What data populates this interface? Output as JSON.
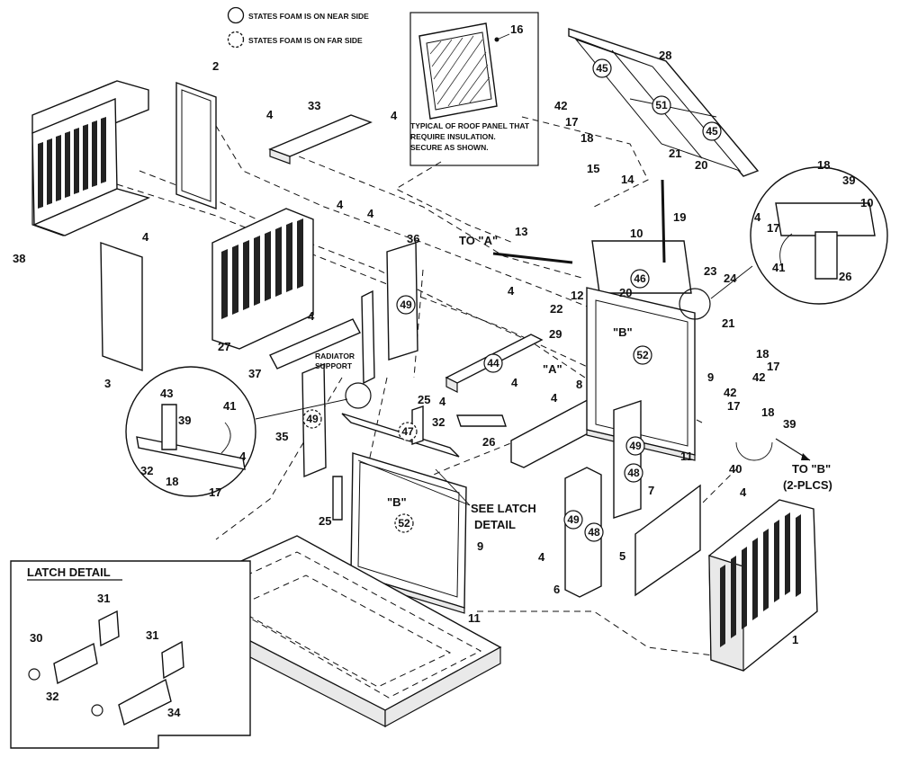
{
  "legend": {
    "near_side": "STATES FOAM IS ON NEAR SIDE",
    "far_side": "STATES FOAM IS ON FAR SIDE"
  },
  "inset_note": {
    "callout": "16",
    "text_lines": [
      "TYPICAL OF ROOF PANEL THAT",
      "REQUIRE INSULATION.",
      "SECURE AS SHOWN."
    ]
  },
  "annotations": {
    "to_a": "TO \"A\"",
    "a_mark": "\"A\"",
    "to_b": "TO \"B\"",
    "to_b_qty": "(2-PLCS)",
    "radiator_line1": "RADIATOR",
    "radiator_line2": "SUPPORT",
    "see_latch_1": "SEE LATCH",
    "see_latch_2": "DETAIL",
    "b_mark_upper": "\"B\"",
    "b_mark_lower": "\"B\""
  },
  "latch_detail": {
    "title": "LATCH DETAIL",
    "callouts": {
      "c30": "30",
      "c31a": "31",
      "c31b": "31",
      "c32": "32",
      "c34": "34"
    }
  },
  "callouts": {
    "c1": "1",
    "c2": "2",
    "c3": "3",
    "c4a": "4",
    "c4b": "4",
    "c4c": "4",
    "c4d": "4",
    "c4e": "4",
    "c4f": "4",
    "c4g": "4",
    "c4h": "4",
    "c4i": "4",
    "c4j": "4",
    "c4k": "4",
    "c4l": "4",
    "c4m": "4",
    "c5": "5",
    "c6": "6",
    "c7": "7",
    "c8": "8",
    "c9a": "9",
    "c9b": "9",
    "c10a": "10",
    "c10b": "10",
    "c11a": "11",
    "c11b": "11",
    "c12": "12",
    "c13": "13",
    "c14": "14",
    "c15": "15",
    "c17a": "17",
    "c17b": "17",
    "c17c": "17",
    "c17d": "17",
    "c17e": "17",
    "c18a": "18",
    "c18b": "18",
    "c18c": "18",
    "c18d": "18",
    "c18e": "18",
    "c19": "19",
    "c20a": "20",
    "c20b": "20",
    "c21a": "21",
    "c21b": "21",
    "c22": "22",
    "c23": "23",
    "c24": "24",
    "c25a": "25",
    "c25b": "25",
    "c26a": "26",
    "c26b": "26",
    "c27": "27",
    "c28": "28",
    "c29": "29",
    "c32a": "32",
    "c32b": "32",
    "c33": "33",
    "c35": "35",
    "c36": "36",
    "c37": "37",
    "c38": "38",
    "c39a": "39",
    "c39b": "39",
    "c39c": "39",
    "c40": "40",
    "c41a": "41",
    "c41b": "41",
    "c42a": "42",
    "c42b": "42",
    "c42c": "42",
    "c43": "43"
  },
  "foam_markers": {
    "f44": "44",
    "f45a": "45",
    "f45b": "45",
    "f46": "46",
    "f47": "47",
    "f48a": "48",
    "f48b": "48",
    "f49a": "49",
    "f49b": "49",
    "f49c": "49",
    "f49d": "49",
    "f51": "51",
    "f52a": "52",
    "f52b": "52"
  }
}
